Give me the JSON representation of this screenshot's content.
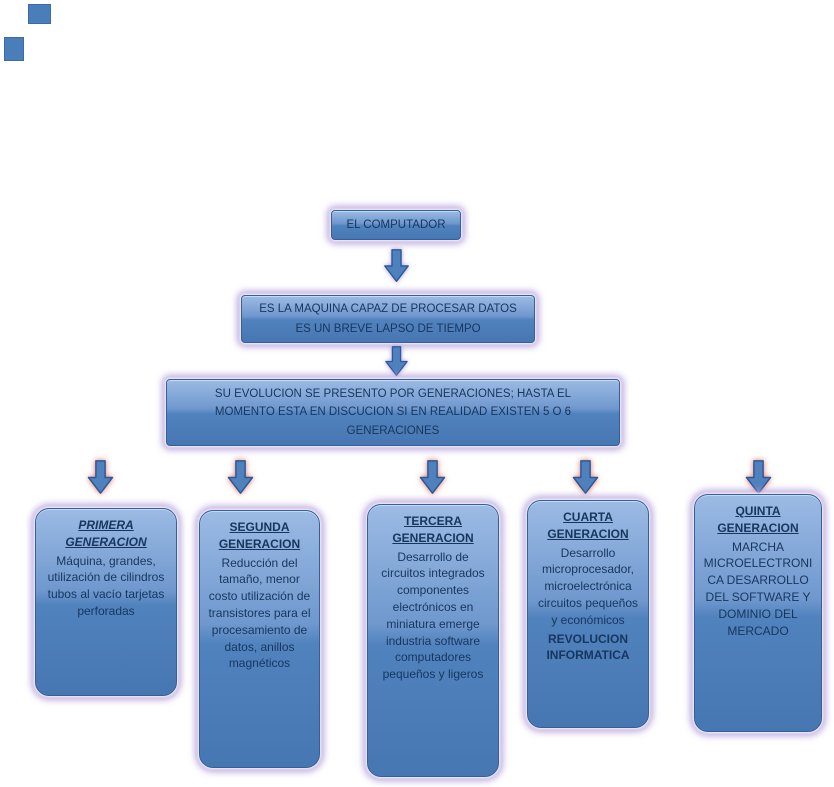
{
  "diagram": {
    "root_label": "EL COMPUTADOR",
    "definition_lines": [
      "ES LA MAQUINA CAPAZ DE PROCESAR DATOS",
      "ES UN BREVE LAPSO DE TIEMPO"
    ],
    "evolution_text": "SU EVOLUCION  SE PRESENTO POR GENERACIONES; HASTA EL MOMENTO  ESTA EN DISCUCION SI EN REALIDAD EXISTEN 5 O 6 GENERACIONES",
    "generations": [
      {
        "title": "PRIMERA GENERACION",
        "body": "Máquina, grandes, utilización de cilindros tubos al vacío tarjetas perforadas"
      },
      {
        "title": "SEGUNDA GENERACION",
        "body": "Reducción del tamaño, menor costo utilización de transistores para el procesamiento de datos, anillos magnéticos"
      },
      {
        "title": "TERCERA GENERACION",
        "body": "Desarrollo de circuitos integrados componentes electrónicos en miniatura emerge industria software computadores pequeños y ligeros"
      },
      {
        "title": "CUARTA GENERACION",
        "body": "Desarrollo microprocesador, microelectrónica  circuitos pequeños y económicos",
        "emphasis": "REVOLUCION INFORMATICA"
      },
      {
        "title": "QUINTA GENERACION",
        "body": "MARCHA MICROELECTRONICA DESARROLLO DEL SOFTWARE Y DOMINIO DEL MERCADO"
      }
    ]
  },
  "colors": {
    "shape_fill": "#4f81bd",
    "shape_border": "#31619c",
    "glow_purple": "#ad94d5",
    "glow_red": "#e25846",
    "text": "#17365d"
  }
}
